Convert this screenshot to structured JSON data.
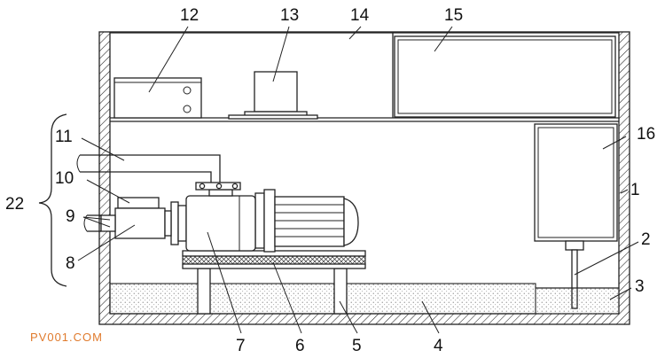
{
  "labels": {
    "l1": "1",
    "l2": "2",
    "l3": "3",
    "l4": "4",
    "l5": "5",
    "l6": "6",
    "l7": "7",
    "l8": "8",
    "l9": "9",
    "l10": "10",
    "l11": "11",
    "l12": "12",
    "l13": "13",
    "l14": "14",
    "l15": "15",
    "l16": "16",
    "l22": "22"
  },
  "watermark": "PV001.COM"
}
